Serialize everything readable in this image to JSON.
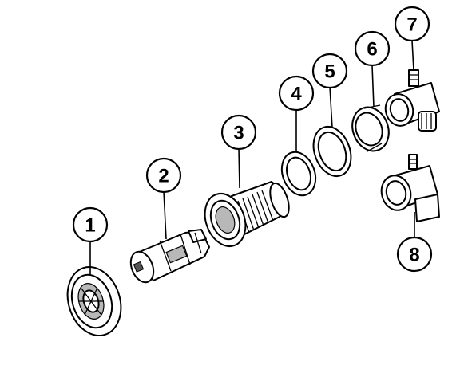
{
  "callouts": [
    {
      "id": "part-1",
      "label": "1"
    },
    {
      "id": "part-2",
      "label": "2"
    },
    {
      "id": "part-3",
      "label": "3"
    },
    {
      "id": "part-4",
      "label": "4"
    },
    {
      "id": "part-5",
      "label": "5"
    },
    {
      "id": "part-6",
      "label": "6"
    },
    {
      "id": "part-7",
      "label": "7"
    },
    {
      "id": "part-8",
      "label": "8"
    }
  ],
  "colors": {
    "line": "#000000",
    "background": "#ffffff",
    "shade": "#b8b8b8"
  }
}
